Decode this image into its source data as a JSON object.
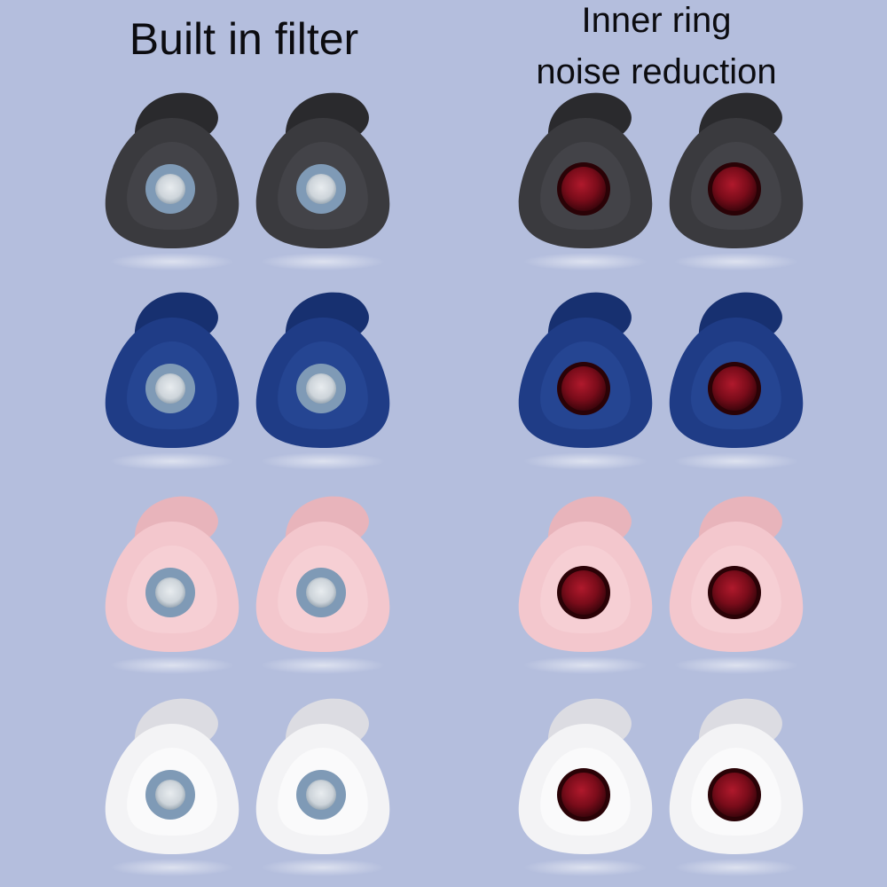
{
  "labels": {
    "left": "Built in filter",
    "right_line1": "Inner ring",
    "right_line2": "noise reduction"
  },
  "colors": {
    "background": "#b4bedd",
    "black": "#3a3a3e",
    "navy": "#1f3c86",
    "pink": "#f3c7cd",
    "white": "#f3f3f5",
    "filter_gray": "#7f9ab6",
    "ring_red": "#6e0a16"
  },
  "rows": [
    {
      "name": "black",
      "body": "#3a3a3e",
      "stem": "#2a2a2d",
      "rim": "#4b4b50"
    },
    {
      "name": "navy",
      "body": "#1f3c86",
      "stem": "#173070",
      "rim": "#2a4c9c"
    },
    {
      "name": "pink",
      "body": "#f3c7cd",
      "stem": "#e8b4bb",
      "rim": "#f8d6db"
    },
    {
      "name": "white",
      "body": "#f3f3f5",
      "stem": "#dcdce2",
      "rim": "#ffffff"
    }
  ]
}
